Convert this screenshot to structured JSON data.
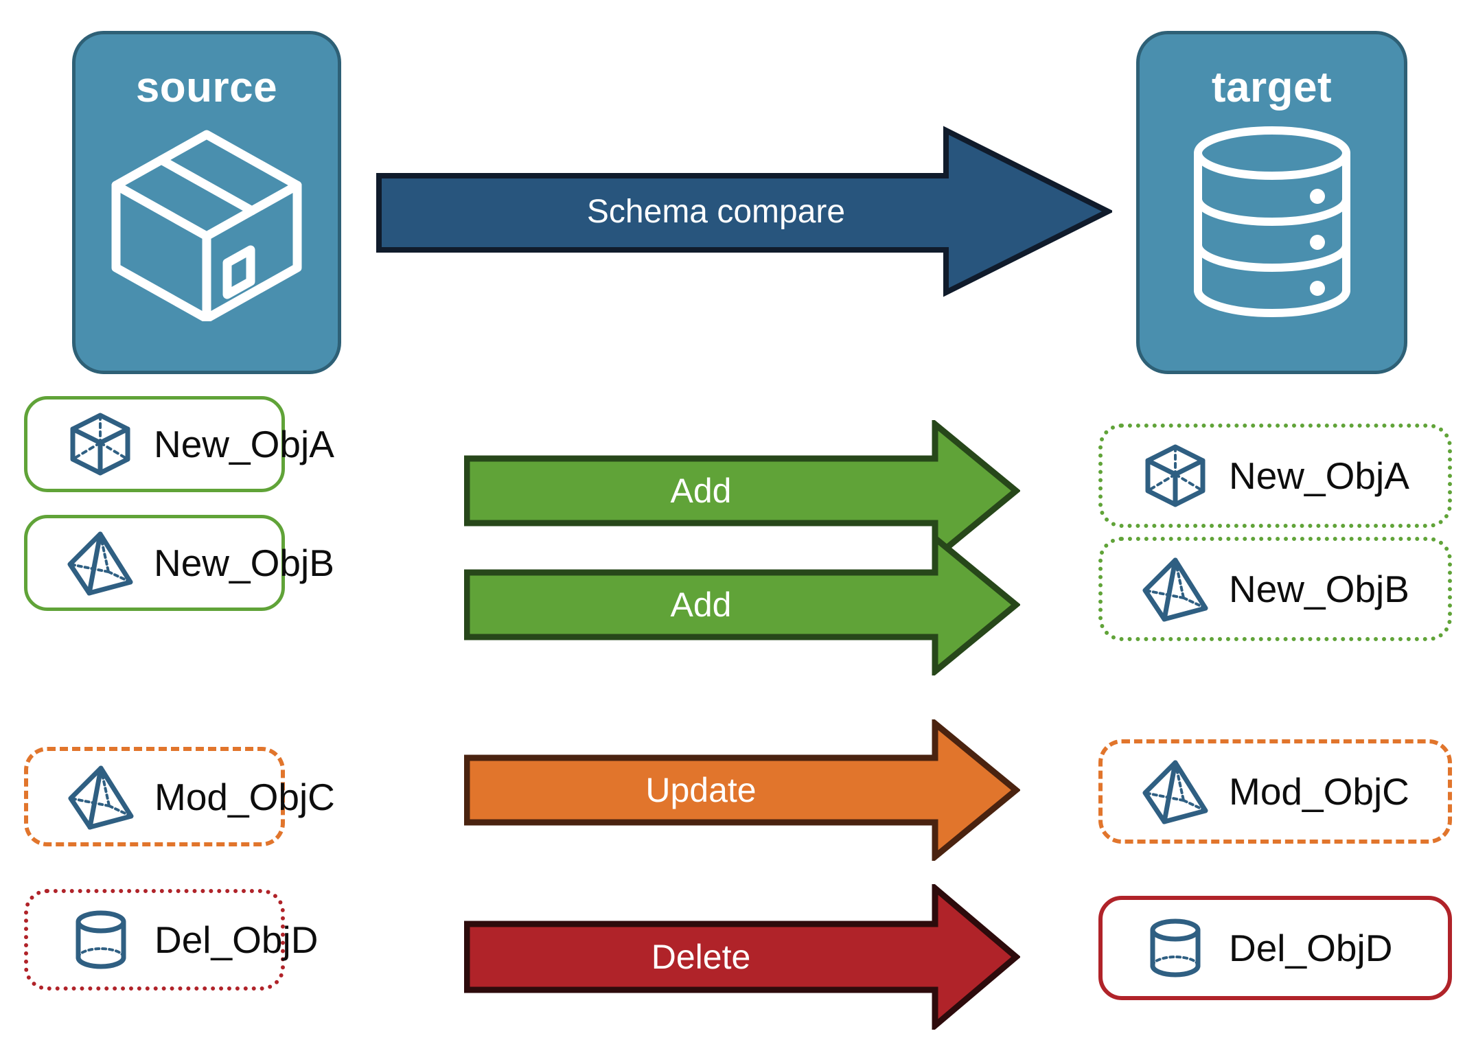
{
  "diagram": {
    "title_source": "source",
    "title_target": "target",
    "compare_arrow_label": "Schema compare",
    "colors": {
      "endpoint_fill": "#4a8fae",
      "endpoint_border": "#2e6076",
      "compare_arrow_fill": "#28557d",
      "compare_arrow_border": "#101b2b",
      "add_green": "#60a338",
      "add_green_border": "#27471a",
      "update_orange": "#e1752c",
      "update_orange_border": "#4a2310",
      "delete_red": "#b02329",
      "delete_red_border": "#2d0b0c",
      "icon_blue": "#2f5f82"
    },
    "source_icon": "package-box-icon",
    "target_icon": "database-cylinder-icon"
  },
  "rows": [
    {
      "source_label": "New_ObjA",
      "target_label": "New_ObjA",
      "action": "Add",
      "icon": "wireframe-cube-icon",
      "source_border_style": "solid",
      "source_border_color": "#60a338",
      "target_border_style": "dotted",
      "target_border_color": "#60a338",
      "arrow_color": "#60a338"
    },
    {
      "source_label": "New_ObjB",
      "target_label": "New_ObjB",
      "action": "Add",
      "icon": "wireframe-pyramid-icon",
      "source_border_style": "solid",
      "source_border_color": "#60a338",
      "target_border_style": "dotted",
      "target_border_color": "#60a338",
      "arrow_color": "#60a338"
    },
    {
      "source_label": "Mod_ObjC",
      "target_label": "Mod_ObjC",
      "action": "Update",
      "icon": "wireframe-pyramid-icon",
      "source_border_style": "dashed",
      "source_border_color": "#e1752c",
      "target_border_style": "dashed",
      "target_border_color": "#e1752c",
      "arrow_color": "#e1752c"
    },
    {
      "source_label": "Del_ObjD",
      "target_label": "Del_ObjD",
      "action": "Delete",
      "icon": "wireframe-cylinder-icon",
      "source_border_style": "dotted",
      "source_border_color": "#b02329",
      "target_border_style": "solid",
      "target_border_color": "#b02329",
      "arrow_color": "#b02329"
    }
  ]
}
